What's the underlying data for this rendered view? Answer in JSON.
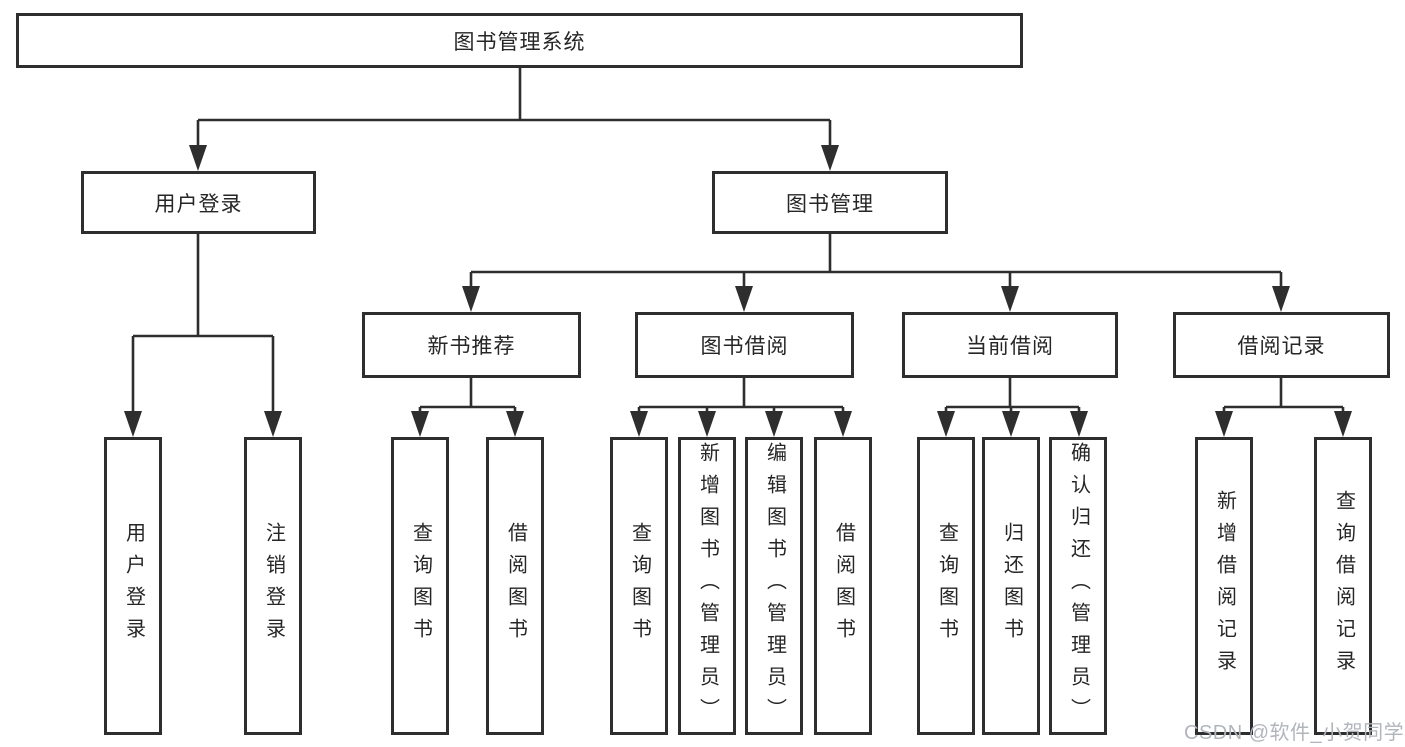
{
  "nodes": {
    "root": {
      "label": "图书管理系统"
    },
    "user_login": {
      "label": "用户登录"
    },
    "book_mgmt": {
      "label": "图书管理"
    },
    "new_book_rec": {
      "label": "新书推荐"
    },
    "book_borrow": {
      "label": "图书借阅"
    },
    "current_borrow": {
      "label": "当前借阅"
    },
    "borrow_record": {
      "label": "借阅记录"
    },
    "leaf_user_login": {
      "label": "用户登录"
    },
    "leaf_logout": {
      "label": "注销登录"
    },
    "leaf_query_book_1": {
      "label": "查询图书"
    },
    "leaf_borrow_book_1": {
      "label": "借阅图书"
    },
    "leaf_query_book_2": {
      "label": "查询图书"
    },
    "leaf_add_book": {
      "label": "新增图书（管理员）"
    },
    "leaf_edit_book": {
      "label": "编辑图书（管理员）"
    },
    "leaf_borrow_book_2": {
      "label": "借阅图书"
    },
    "leaf_query_book_3": {
      "label": "查询图书"
    },
    "leaf_return_book": {
      "label": "归还图书"
    },
    "leaf_confirm_return": {
      "label": "确认归还（管理员）"
    },
    "leaf_add_record": {
      "label": "新增借阅记录"
    },
    "leaf_query_record": {
      "label": "查询借阅记录"
    }
  },
  "edges": [
    {
      "from": "root",
      "to": "user_login"
    },
    {
      "from": "root",
      "to": "book_mgmt"
    },
    {
      "from": "user_login",
      "to": "leaf_user_login"
    },
    {
      "from": "user_login",
      "to": "leaf_logout"
    },
    {
      "from": "book_mgmt",
      "to": "new_book_rec"
    },
    {
      "from": "book_mgmt",
      "to": "book_borrow"
    },
    {
      "from": "book_mgmt",
      "to": "current_borrow"
    },
    {
      "from": "book_mgmt",
      "to": "borrow_record"
    },
    {
      "from": "new_book_rec",
      "to": "leaf_query_book_1"
    },
    {
      "from": "new_book_rec",
      "to": "leaf_borrow_book_1"
    },
    {
      "from": "book_borrow",
      "to": "leaf_query_book_2"
    },
    {
      "from": "book_borrow",
      "to": "leaf_add_book"
    },
    {
      "from": "book_borrow",
      "to": "leaf_edit_book"
    },
    {
      "from": "book_borrow",
      "to": "leaf_borrow_book_2"
    },
    {
      "from": "current_borrow",
      "to": "leaf_query_book_3"
    },
    {
      "from": "current_borrow",
      "to": "leaf_return_book"
    },
    {
      "from": "current_borrow",
      "to": "leaf_confirm_return"
    },
    {
      "from": "borrow_record",
      "to": "leaf_add_record"
    },
    {
      "from": "borrow_record",
      "to": "leaf_query_record"
    }
  ],
  "watermark": {
    "text": "CSDN @软件_小贺同学",
    "color": "#b2b6bc"
  },
  "colors": {
    "line": "#2e2e2e",
    "border": "#2e2e2e",
    "background": "#ffffff",
    "text": "#262626"
  }
}
